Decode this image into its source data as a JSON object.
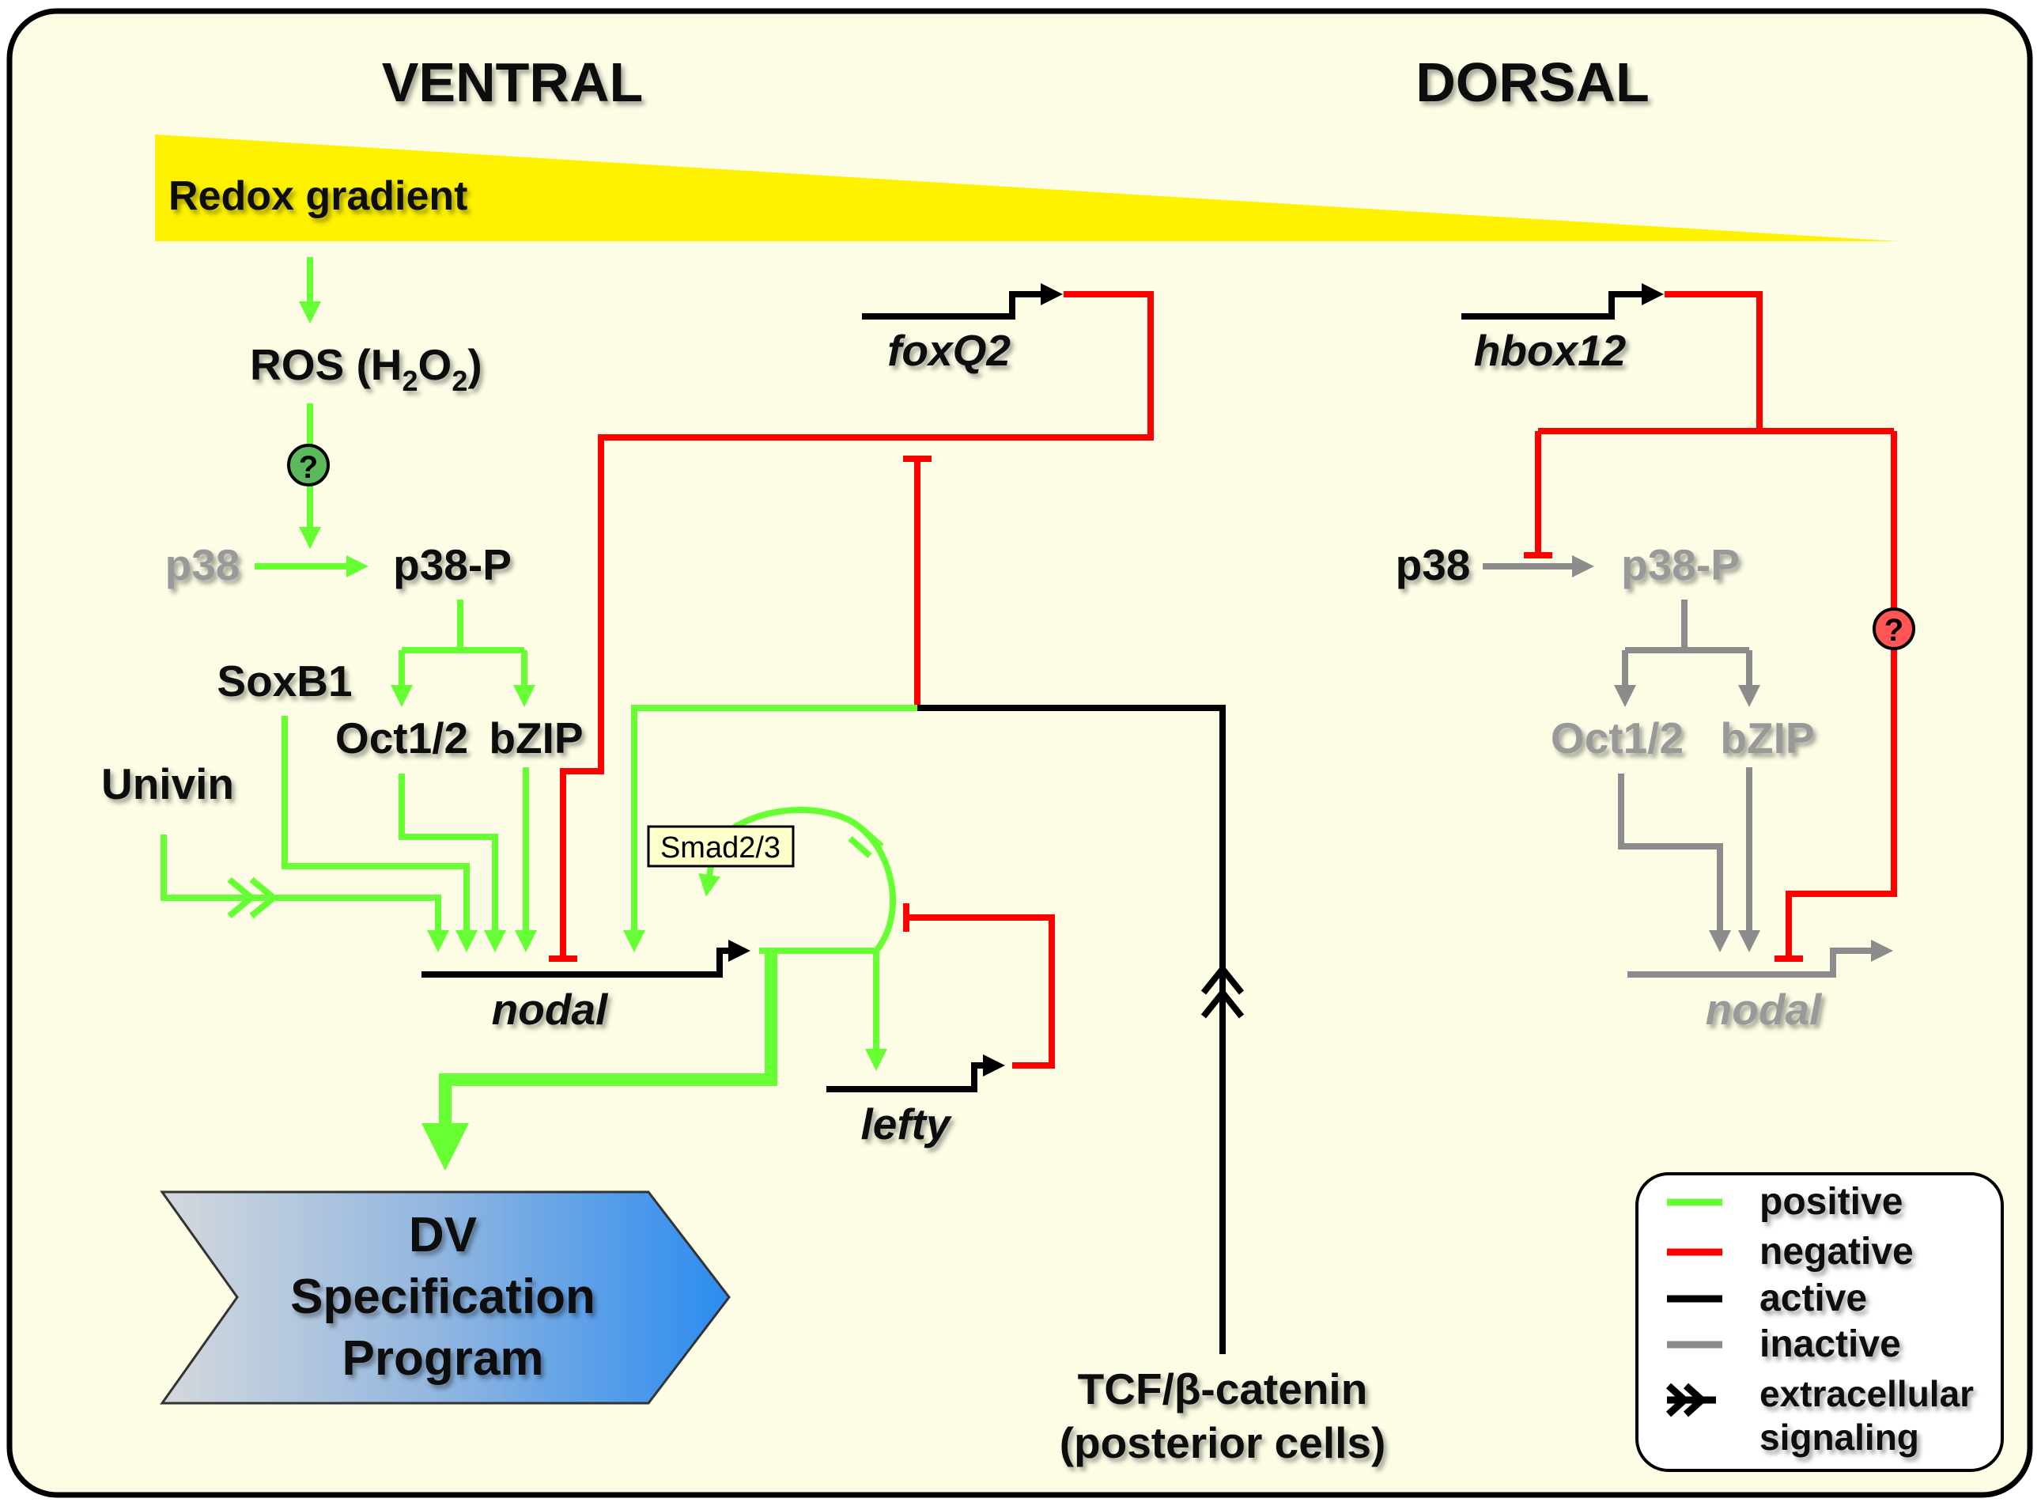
{
  "header": {
    "ventral": "VENTRAL",
    "dorsal": "DORSAL"
  },
  "gradient": {
    "label": "Redox gradient",
    "color": "#fef200"
  },
  "ventral_network": {
    "ros_prefix": "ROS (H",
    "ros_sub1": "2",
    "ros_mid": "O",
    "ros_sub2": "2",
    "ros_suffix": ")",
    "question": "?",
    "p38": "p38",
    "p38p": "p38-P",
    "soxb1": "SoxB1",
    "oct": "Oct1/2",
    "bzip": "bZIP",
    "univin": "Univin",
    "smad": "Smad2/3",
    "nodal": "nodal",
    "lefty": "lefty",
    "foxq2": "foxQ2",
    "program_line1": "DV",
    "program_line2": "Specification",
    "program_line3": "Program",
    "tcf_line1": "TCF/β-catenin",
    "tcf_line2": "(posterior cells)"
  },
  "dorsal_network": {
    "hbox12": "hbox12",
    "p38": "p38",
    "p38p": "p38-P",
    "oct": "Oct1/2",
    "bzip": "bZIP",
    "nodal": "nodal",
    "question": "?"
  },
  "legend": {
    "items": [
      {
        "label": "positive",
        "color": "#66ff33",
        "icon": "line"
      },
      {
        "label": "negative",
        "color": "#ff0000",
        "icon": "line"
      },
      {
        "label": "active",
        "color": "#000000",
        "icon": "line"
      },
      {
        "label": "inactive",
        "color": "#8c8c8c",
        "icon": "line"
      }
    ],
    "extracellular_line1": "extracellular",
    "extracellular_line2": "signaling",
    "extracellular_icon": "double-chevron"
  },
  "colors": {
    "background": "#fdfde6",
    "positive": "#66ff33",
    "negative": "#ff0000",
    "active": "#000000",
    "inactive": "#8c8c8c",
    "question_green": "#5cb85c",
    "question_red": "#ff5555",
    "smad_box": "#ffffcc"
  }
}
